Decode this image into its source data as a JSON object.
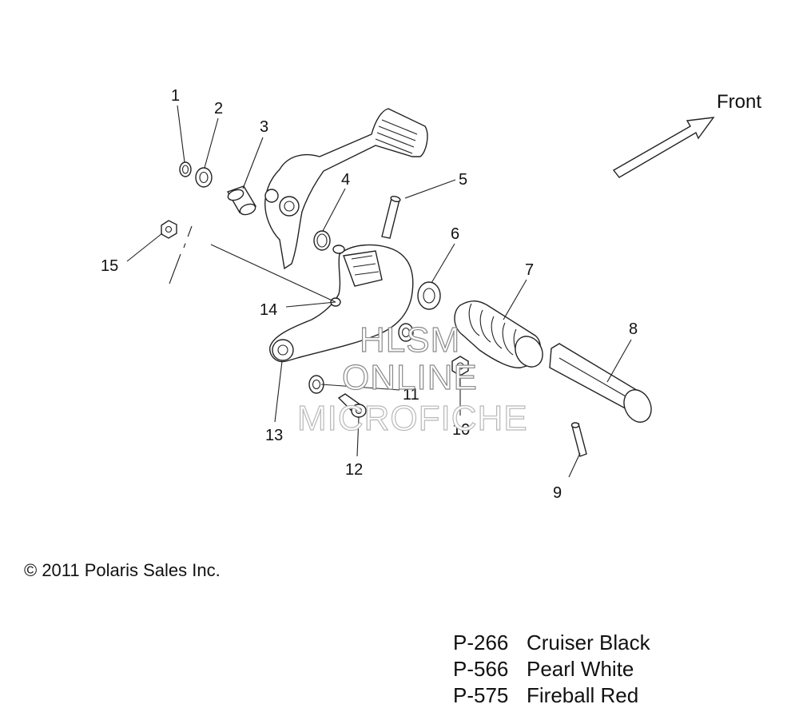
{
  "front_label": "Front",
  "callouts": [
    "1",
    "2",
    "3",
    "4",
    "5",
    "6",
    "7",
    "8",
    "9",
    "10",
    "11",
    "12",
    "13",
    "14",
    "15"
  ],
  "watermark": [
    "HLSM",
    "ONLINE",
    "MICROFICHE"
  ],
  "copyright": "© 2011 Polaris Sales Inc.",
  "legend": [
    {
      "code": "P-266",
      "color": "Cruiser Black"
    },
    {
      "code": "P-566",
      "color": "Pearl White"
    },
    {
      "code": "P-575",
      "color": "Fireball Red"
    }
  ]
}
